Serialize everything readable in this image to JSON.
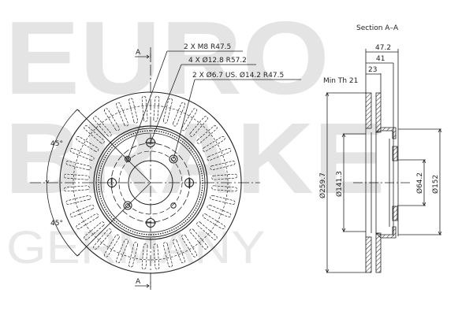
{
  "watermark": {
    "line1": "EURO",
    "line2": "BRAKE",
    "line3": "GERMANY",
    "color": "#e4e4e4"
  },
  "front_view": {
    "section_marker_top": "A",
    "section_marker_bottom": "A",
    "angle_top": "45°",
    "angle_bottom": "45°",
    "callouts": [
      "2 X M8 R47.5",
      "4 X Ø12.8 R57.2",
      "2 X Ø6.7 US. Ø14.2 R47.5"
    ]
  },
  "section_view": {
    "title": "Section A–A",
    "min_thickness": "Min Th 21",
    "dimensions": {
      "total_height": "47.2",
      "hat_height": "41",
      "disc_thickness": "23",
      "outer_diameter": "Ø259.7",
      "inner_friction_diameter": "Ø141.3",
      "center_bore": "Ø64.2",
      "hat_diameter": "Ø152"
    }
  },
  "colors": {
    "line": "#222222",
    "watermark": "#e4e4e4",
    "background": "#ffffff"
  }
}
